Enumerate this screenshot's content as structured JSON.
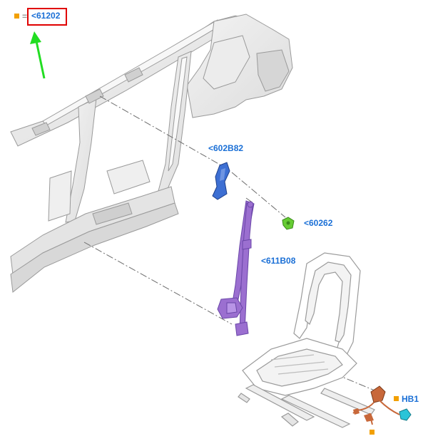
{
  "callouts": {
    "c61202": "<61202",
    "c602B82": "<602B82",
    "c60262": "<60262",
    "c611B08": "<611B08",
    "cHB1": "HB1"
  },
  "marker_prefix": "=",
  "colors": {
    "callout_text": "#1a6fd6",
    "marker": "#f2a000",
    "selection_box": "#e00000",
    "arrow": "#22dd22",
    "seatbelt": "#9b6fd0",
    "bracket": "#3d6fd3",
    "clip": "#66cc33",
    "connector": "#2ac4d8",
    "harness": "#c8683a",
    "body_gray": "#e9e9e9",
    "outline": "#9a9a9a"
  },
  "icons": {
    "arrow": "green-pointer-arrow",
    "marker": "orange-square-marker"
  }
}
